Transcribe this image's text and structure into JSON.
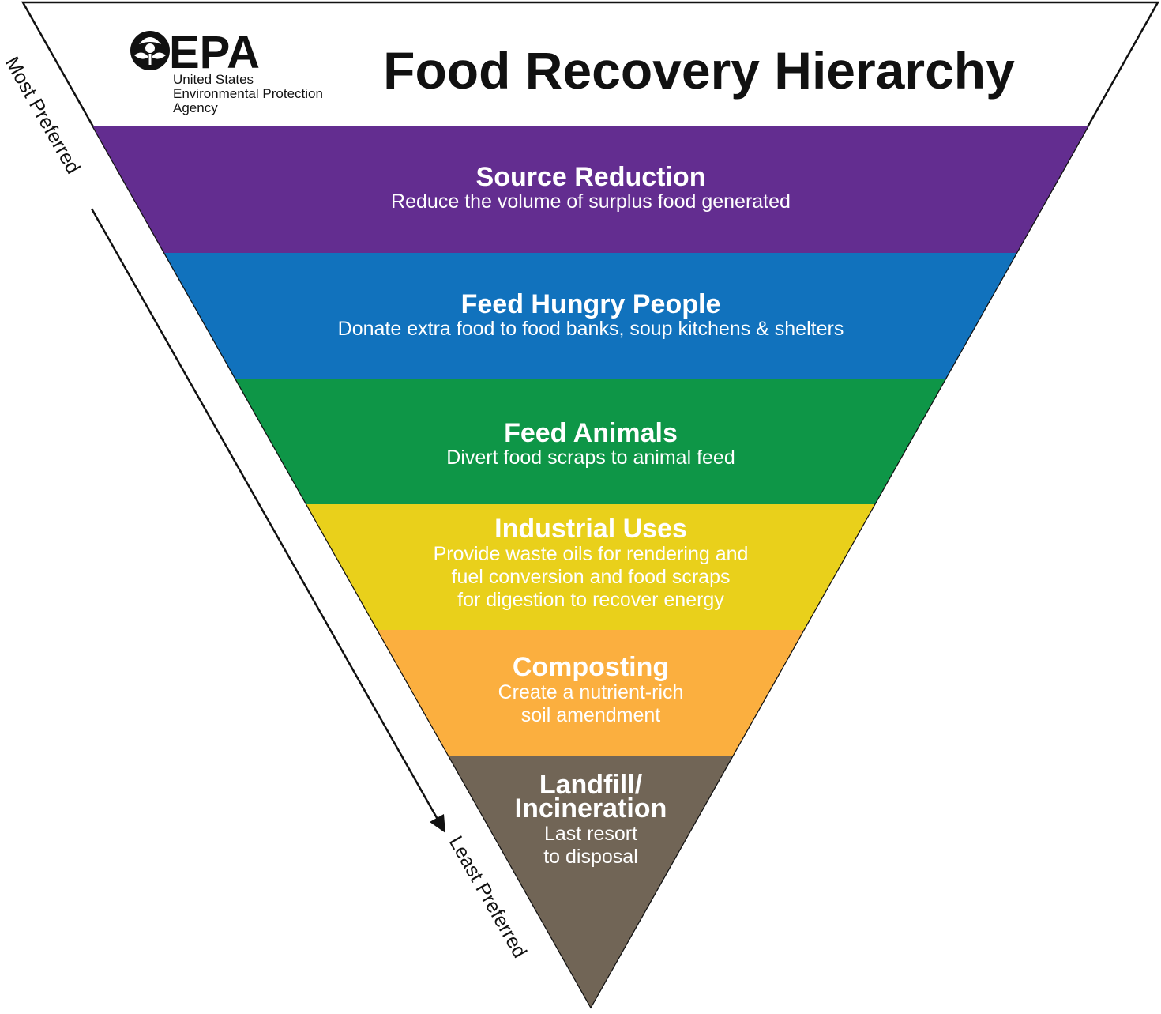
{
  "header": {
    "title": "Food Recovery Hierarchy",
    "logo": {
      "wordmark": "EPA",
      "lines": [
        "United States",
        "Environmental Protection",
        "Agency"
      ],
      "icon": "epa-flower-icon"
    }
  },
  "axis": {
    "top_label": "Most Preferred",
    "bottom_label": "Least Preferred"
  },
  "tiers": [
    {
      "title": "Source Reduction",
      "description": [
        "Reduce the volume of surplus food generated"
      ],
      "color": "#632D90"
    },
    {
      "title": "Feed Hungry People",
      "description": [
        "Donate extra food to food banks, soup kitchens & shelters"
      ],
      "color": "#1172BD"
    },
    {
      "title": "Feed Animals",
      "description": [
        "Divert food scraps to animal feed"
      ],
      "color": "#0E9647"
    },
    {
      "title": "Industrial Uses",
      "description": [
        "Provide waste oils for rendering and",
        "fuel conversion and food scraps",
        "for digestion to recover energy"
      ],
      "color": "#E9D01B"
    },
    {
      "title": "Composting",
      "description": [
        "Create a nutrient-rich",
        "soil amendment"
      ],
      "color": "#FBAF3F"
    },
    {
      "title": "Landfill/ Incineration",
      "title_lines": [
        "Landfill/",
        "Incineration"
      ],
      "description": [
        "Last resort",
        "to disposal"
      ],
      "color": "#716556"
    }
  ]
}
